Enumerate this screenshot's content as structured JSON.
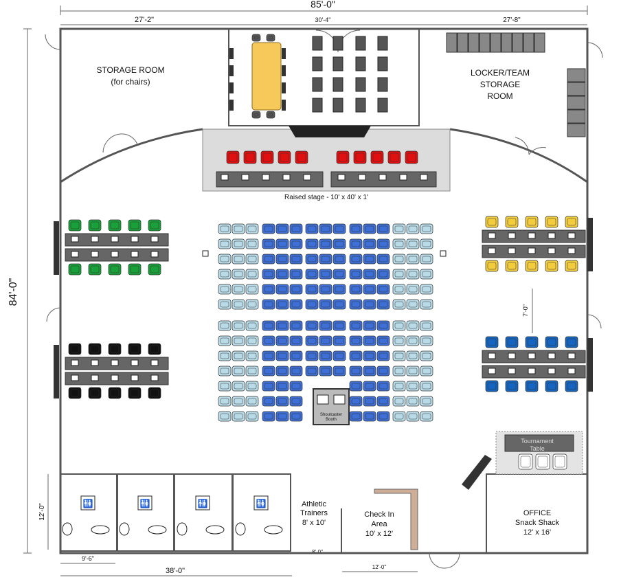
{
  "dimensions": {
    "overall_width": "85'-0\"",
    "overall_height": "84'-0\"",
    "top_left": "27'-2\"",
    "top_center": "30'-4\"",
    "top_right": "27'-8\"",
    "restroom_height": "12'-0\"",
    "restroom_width": "9'-6\"",
    "restrooms_total": "38'-0\"",
    "trainers_width": "8'-0\"",
    "checkin_width": "12'-0\"",
    "team_gap": "7'-0\""
  },
  "rooms": {
    "storage": [
      "STORAGE ROOM",
      "(for chairs)"
    ],
    "locker": [
      "LOCKER/TEAM",
      "STORAGE",
      "ROOM"
    ],
    "stage": "Raised stage - 10' x 40' x 1'",
    "trainers": [
      "Athletic",
      "Trainers",
      "8' x 10'"
    ],
    "checkin": [
      "Check In",
      "Area",
      "10' x 12'"
    ],
    "office": [
      "OFFICE",
      "Snack Shack",
      "12' x 16'"
    ],
    "shoutcaster": [
      "Shoutcaster",
      "Booth"
    ],
    "tournament": [
      "Tournament",
      "Table"
    ]
  },
  "colors": {
    "light_blue": "#b9dbe8",
    "audience_blue": "#3d6fd6",
    "stage_red": "#e01010",
    "team_green": "#1aa03a",
    "team_black": "#111111",
    "team_yellow": "#f2cc3c",
    "team_blue": "#1565c0",
    "conference_table": "#f6c95a"
  }
}
